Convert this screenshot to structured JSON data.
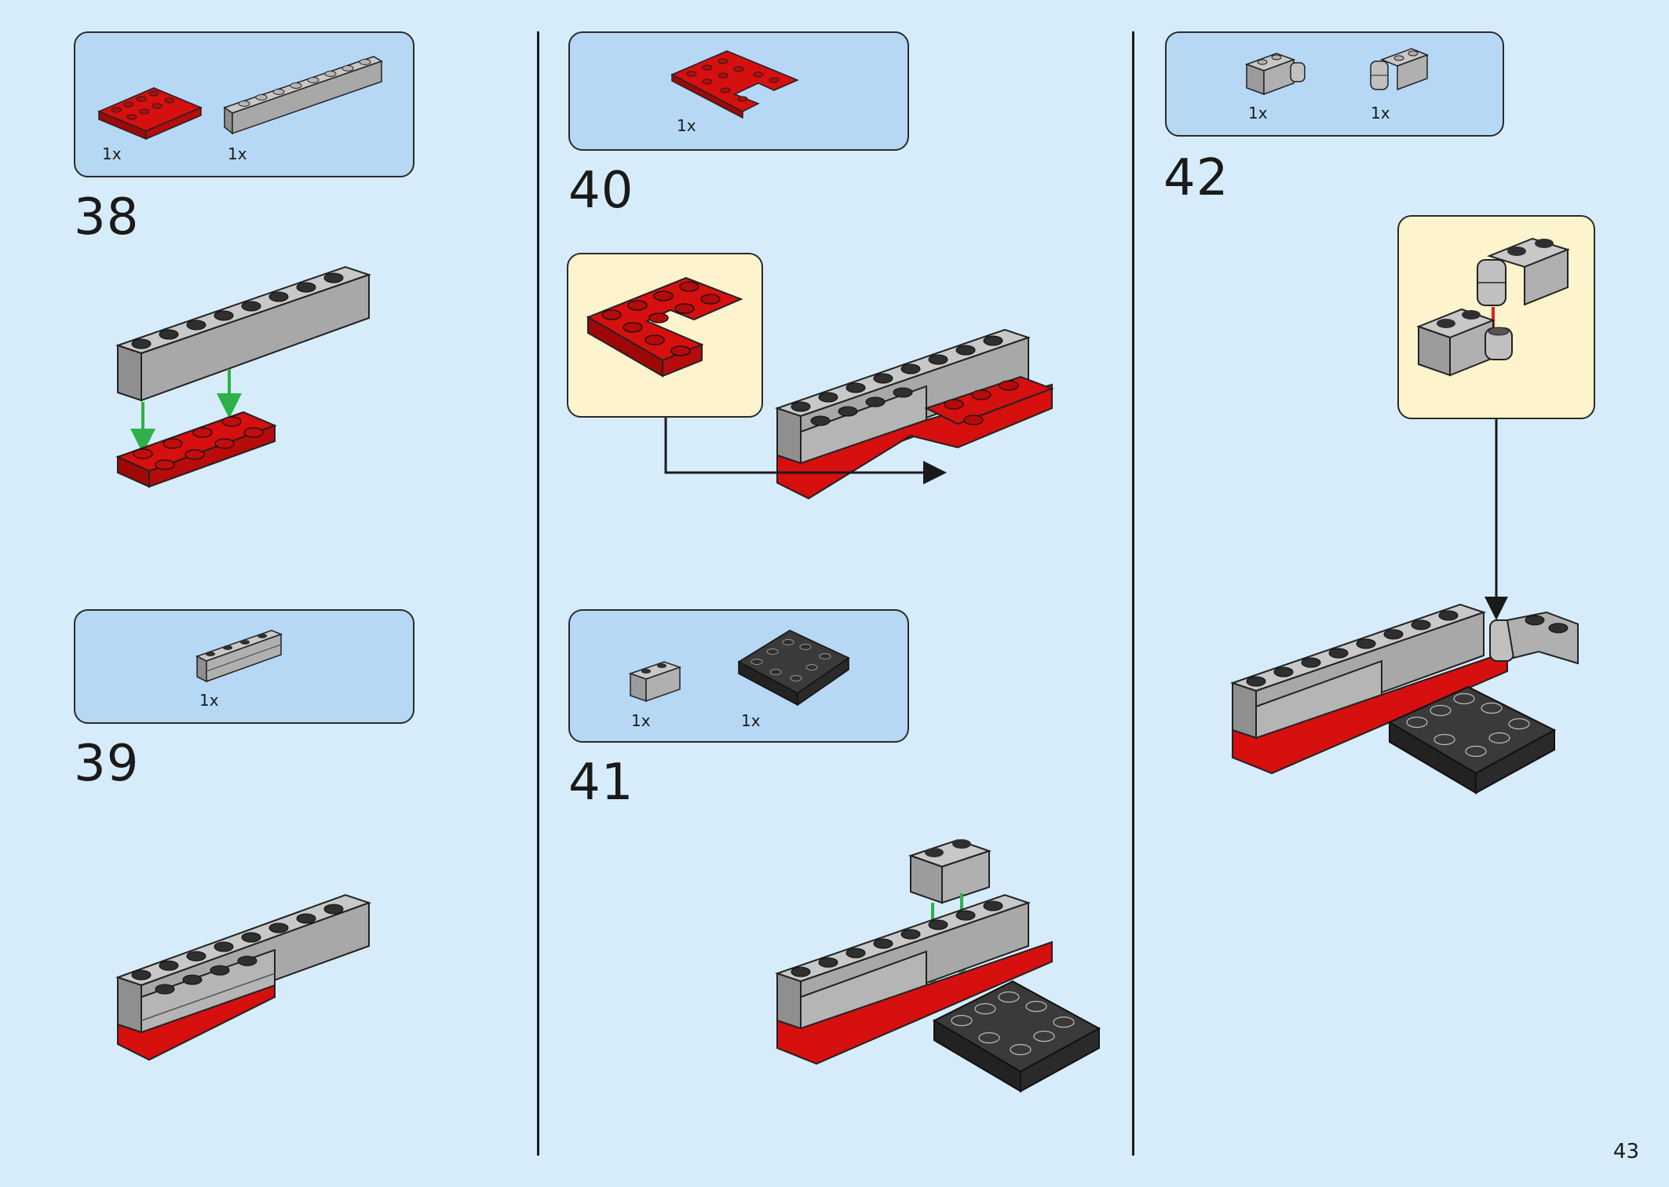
{
  "page_number": "43",
  "colors": {
    "background": "#d6ecfa",
    "parts_box": "#b6d8f5",
    "callout": "#fdf3cc",
    "red_brick": "#d60f0f",
    "gray_brick": "#a8a8a8",
    "black_plate": "#2f2f2f",
    "green_arrow": "#2fb04a",
    "red_arrow": "#e02020"
  },
  "steps": [
    {
      "number": "38",
      "parts": [
        {
          "qty": "1x",
          "part": "red-plate-2x4"
        },
        {
          "qty": "1x",
          "part": "gray-brick-1x8"
        }
      ]
    },
    {
      "number": "39",
      "parts": [
        {
          "qty": "1x",
          "part": "gray-masonry-brick-1x4"
        }
      ]
    },
    {
      "number": "40",
      "parts": [
        {
          "qty": "1x",
          "part": "red-corner-plate"
        }
      ]
    },
    {
      "number": "41",
      "parts": [
        {
          "qty": "1x",
          "part": "gray-brick-1x2"
        },
        {
          "qty": "1x",
          "part": "black-plate-4x4-round-corners"
        }
      ]
    },
    {
      "number": "42",
      "parts": [
        {
          "qty": "1x",
          "part": "gray-hinge-brick-female"
        },
        {
          "qty": "1x",
          "part": "gray-hinge-brick-male"
        }
      ]
    }
  ]
}
